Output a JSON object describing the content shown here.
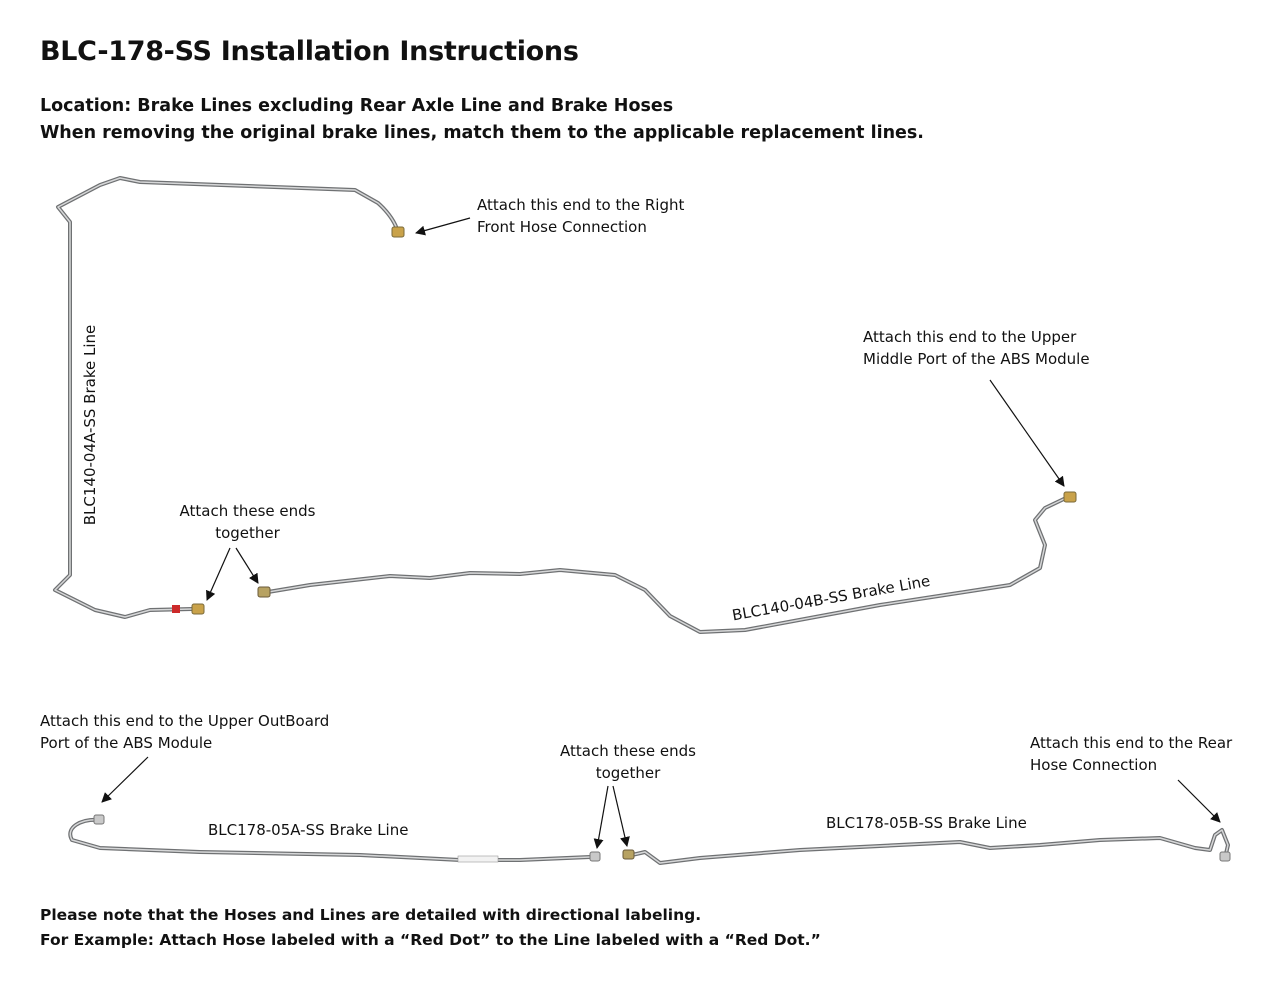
{
  "title": "BLC-178-SS Installation Instructions",
  "subtitle_location": "Location: Brake Lines excluding Rear Axle Line and Brake Hoses",
  "subtitle_instruction": "When removing the original brake lines, match them to the applicable replacement lines.",
  "callouts": {
    "right_front": "Attach this end to the Right\nFront Hose Connection",
    "upper_middle": "Attach this end to the Upper\nMiddle Port of the ABS Module",
    "together_top": "Attach these ends\ntogether",
    "upper_outboard": "Attach this end to the Upper OutBoard\nPort of the ABS Module",
    "together_bottom": "Attach these ends\ntogether",
    "rear_hose": "Attach this end to the Rear\nHose Connection"
  },
  "line_labels": {
    "line_04a": "BLC140-04A-SS Brake Line",
    "line_04b": "BLC140-04B-SS Brake Line",
    "line_05a": "BLC178-05A-SS Brake Line",
    "line_05b": "BLC178-05B-SS Brake Line"
  },
  "footer_note_1": "Please note that the Hoses and Lines are detailed with directional labeling.",
  "footer_note_2": "For Example: Attach Hose labeled with a “Red Dot” to the Line labeled with a “Red Dot.”",
  "colors": {
    "tube": "#8a8c8e",
    "fitting": "#c9a24a",
    "red_dot": "#cc2a2a",
    "arrow": "#111111"
  }
}
